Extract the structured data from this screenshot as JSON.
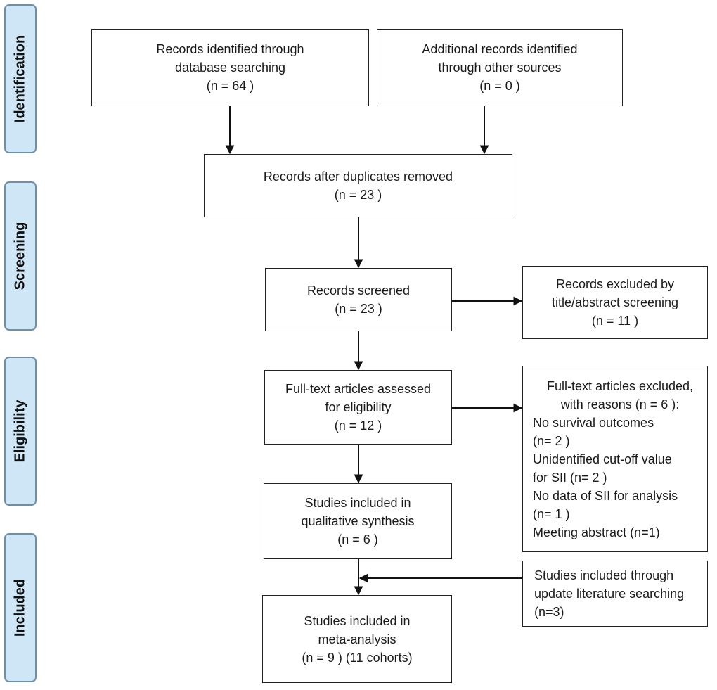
{
  "phases": {
    "identification": "Identification",
    "screening": "Screening",
    "eligibility": "Eligibility",
    "included": "Included"
  },
  "boxes": {
    "database": [
      "Records identified through",
      "database searching",
      "(n = 64  )"
    ],
    "other_sources": [
      "Additional records identified",
      "through other sources",
      "(n = 0  )"
    ],
    "duplicates_removed": [
      "Records after duplicates removed",
      "(n =  23 )"
    ],
    "screened": [
      "Records screened",
      "(n =  23 )"
    ],
    "excluded_title": [
      "Records excluded by",
      "title/abstract screening",
      "(n = 11  )"
    ],
    "fulltext_assessed": [
      "Full-text articles assessed",
      "for eligibility",
      "(n =  12 )"
    ],
    "fulltext_excluded": {
      "heading": [
        "Full-text articles excluded,",
        "with reasons (n = 6  ):"
      ],
      "reasons": [
        "No survival outcomes",
        "(n= 2 )",
        "Unidentified cut-off value",
        "for SII (n= 2 )",
        "No data of SII for analysis",
        "(n= 1 )",
        "Meeting abstract (n=1)"
      ]
    },
    "qualitative": [
      "Studies included in",
      "qualitative synthesis",
      "(n = 6  )"
    ],
    "update_search": [
      "Studies included through",
      "update literature searching",
      "(n=3)"
    ],
    "meta_analysis": [
      "Studies included in",
      "meta-analysis",
      "(n = 9  ) (11 cohorts)"
    ]
  }
}
